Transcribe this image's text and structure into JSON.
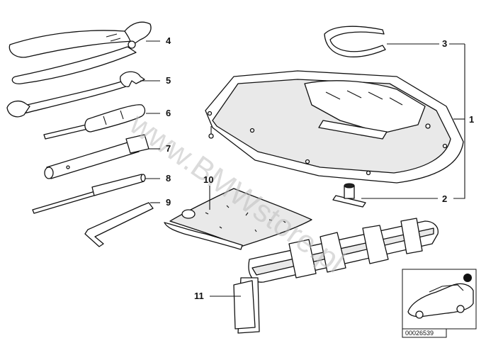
{
  "callouts": [
    {
      "id": "1",
      "label": "1"
    },
    {
      "id": "2",
      "label": "2"
    },
    {
      "id": "3",
      "label": "3"
    },
    {
      "id": "4",
      "label": "4"
    },
    {
      "id": "5",
      "label": "5"
    },
    {
      "id": "6",
      "label": "6"
    },
    {
      "id": "7",
      "label": "7"
    },
    {
      "id": "8",
      "label": "8"
    },
    {
      "id": "9",
      "label": "9"
    },
    {
      "id": "10",
      "label": "10"
    },
    {
      "id": "11",
      "label": "11"
    }
  ],
  "watermark": {
    "text": "www.BMWstore.pl"
  },
  "reference": {
    "number": "00026539"
  }
}
